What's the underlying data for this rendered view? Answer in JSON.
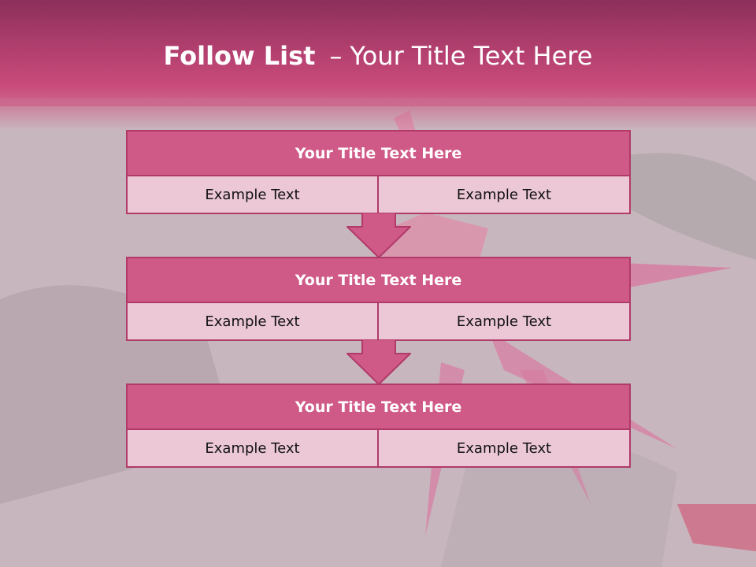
{
  "title": {
    "bold": "Follow List",
    "separator": "–",
    "rest": "Your Title Text Here"
  },
  "blocks": [
    {
      "title": "Your Title Text Here",
      "left": "Example Text",
      "right": "Example Text"
    },
    {
      "title": "Your Title Text Here",
      "left": "Example Text",
      "right": "Example Text"
    },
    {
      "title": "Your Title Text Here",
      "left": "Example Text",
      "right": "Example Text"
    }
  ],
  "colors": {
    "header": "#c84a7a",
    "block_title": "#d05a87",
    "cell": "#ecc8d6",
    "border": "#b03a68"
  }
}
